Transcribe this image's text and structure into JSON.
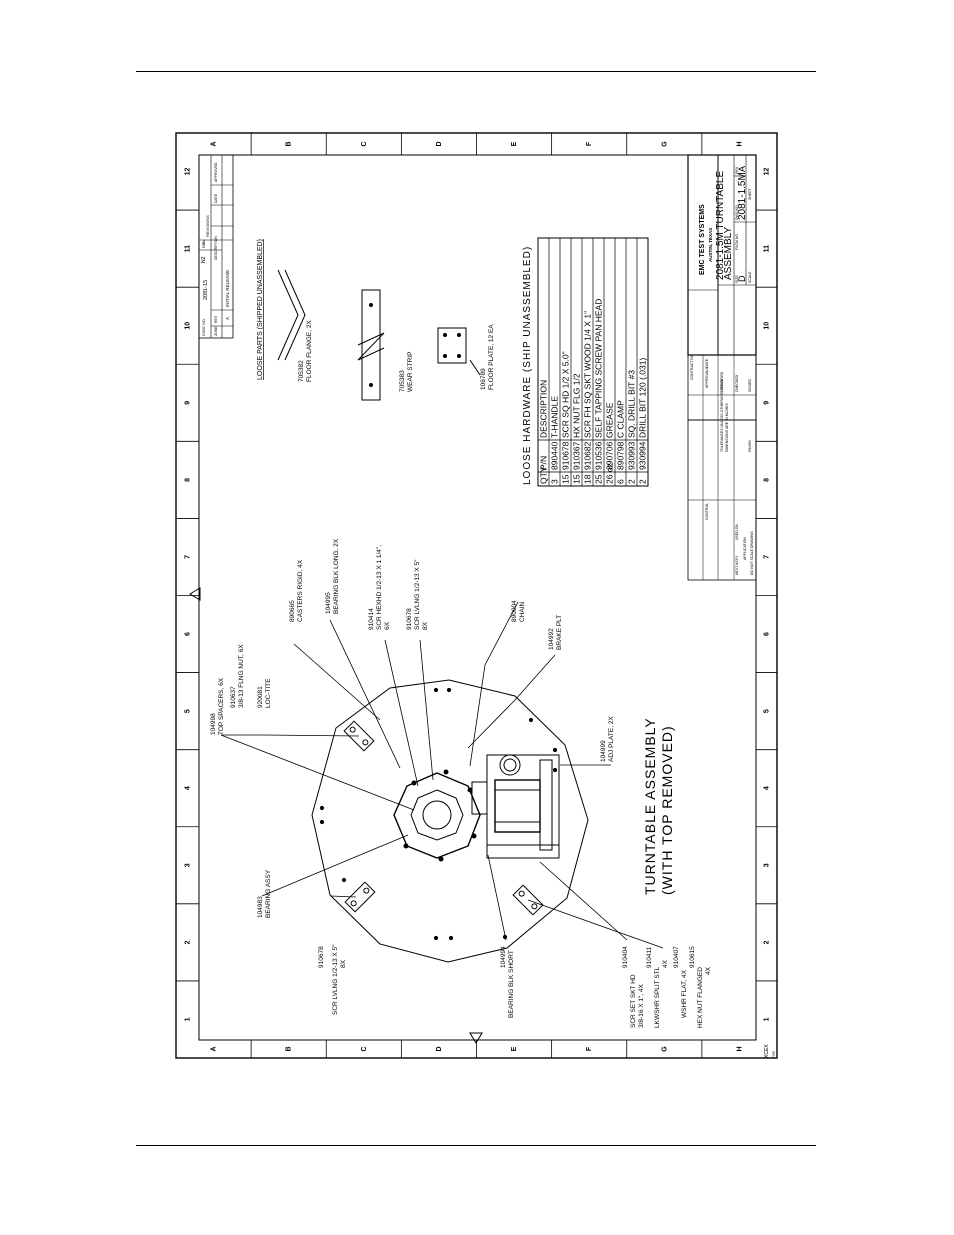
{
  "sheet": {
    "col_numbers": [
      "1",
      "2",
      "3",
      "4",
      "5",
      "6",
      "7",
      "8",
      "9",
      "10",
      "11",
      "12"
    ],
    "row_letters": [
      "A",
      "B",
      "C",
      "D",
      "E",
      "F",
      "G",
      "H"
    ],
    "corner_code": "XCEX",
    "corner_rev": "7/99"
  },
  "views": {
    "main_title_1": "TURNTABLE ASSEMBLY",
    "main_title_2": "(WITH TOP REMOVED)"
  },
  "callouts": {
    "top_spacers": [
      "104998",
      "TOP SPACERS, 6X"
    ],
    "flng_nut": [
      "910637",
      "3/8-13 FLNG NUT, 6X"
    ],
    "loc_tite": [
      "920081",
      "LOC-TITE"
    ],
    "casters": [
      "890665",
      "CASTERS RIGID, 4X"
    ],
    "bearing_blk_long": [
      "104995",
      "BEARING BLK LONG, 2X"
    ],
    "scr_hexhd": [
      "910414",
      "SCR HEXHD 1/2-13 X 1 1/4\",",
      "6X"
    ],
    "scr_lvlng_top": [
      "910678",
      "SCR LVLNG 1/2-13 X 5\"",
      "8X"
    ],
    "chain": [
      "890004",
      "CHAIN"
    ],
    "brake_plt": [
      "104992",
      "BRAKE PLT"
    ],
    "adj_plate": [
      "104999",
      "ADJ PLATE, 2X"
    ],
    "bearing_assy": [
      "104983",
      "BEARING ASSY"
    ],
    "scr_lvlng_left": [
      "910678",
      "SCR LVLNG 1/2-13 X 5\"",
      "8X"
    ],
    "bearing_blk_short": [
      "104994",
      "BEARING BLK SHORT"
    ],
    "scr_set": [
      "910404",
      "SCR SET SKT HD",
      "3/8-16 X 1\", 4X"
    ],
    "lkwshr": [
      "910411",
      "LKWSHR SPLIT STL",
      "4X"
    ],
    "wshr_flat": [
      "910407",
      "WSHR FLAT, 4X"
    ],
    "hex_nut": [
      "910615",
      "HEX NUT FLANGED",
      "4X"
    ]
  },
  "loose_parts": {
    "title": "LOOSE PARTS (SHIPPED UNASSEMBLED)",
    "floor_flange": [
      "705382",
      "FLOOR FLANGE, 2X"
    ],
    "wear_strip": [
      "705383",
      "WEAR STRIP"
    ],
    "floor_plate": [
      "106789",
      "FLOOR PLATE, 12 EA"
    ]
  },
  "hardware_table": {
    "title": "LOOSE HARDWARE (SHIP UNASSEMBLED)",
    "headers": [
      "QTY",
      "P/N",
      "DESCRIPTION"
    ],
    "rows": [
      [
        "3",
        "890440",
        "T-HANDLE"
      ],
      [
        "15",
        "910678",
        "SCR SQ HD 1/2 X 5.0\""
      ],
      [
        "15",
        "910367",
        "HX NUT FLG 1/2"
      ],
      [
        "18",
        "910682",
        "SCR FH SQ SKT WOOD 1/4 X 1\""
      ],
      [
        "25",
        "910536",
        "SELF TAPPING SCREW PAN HEAD"
      ],
      [
        "26 oz",
        "890706",
        "GREASE"
      ],
      [
        "6",
        "890798",
        "C CLAMP"
      ],
      [
        "2",
        "930993",
        "SQ. DRILL BIT #3"
      ],
      [
        "2",
        "930994",
        "DRILL BIT 120 (.031)"
      ]
    ]
  },
  "rev_block": {
    "dwg_no_label": "DWG NO.",
    "dwg_no": "2081-15",
    "sheet_mark": "N2",
    "rev_col": "REV",
    "rev_val": "A",
    "revisions_label": "REVISIONS",
    "zone_label": "ZONE",
    "rev_label": "REV",
    "description_label": "DESCRIPTION",
    "date_label": "DATE",
    "approved_label": "APPROVED",
    "rev_entry": "A",
    "rev_desc": "INITIAL RELEASE"
  },
  "title_block": {
    "company": "EMC TEST SYSTEMS",
    "city": "AUSTIN, TEXAS",
    "title_1": "2081-1.5M TURNTABLE",
    "title_2": "ASSEMBLY",
    "dwg_no": "2081-1.5M",
    "size": "D",
    "rev": "A",
    "size_label": "SIZE",
    "fscm_label": "FSCM NO.",
    "dwg_no_label": "DWG NO.",
    "rev_label": "REV",
    "scale_label": "SCALE",
    "sheet_label": "SHEET",
    "contract_label": "CONTRACT NO.",
    "approvals_label": "APPROVALS",
    "date_label": "DATE",
    "drawn_label": "DRAWN",
    "checked_label": "CHECKED",
    "issued_label": "ISSUED",
    "tolerances": "TOLERANCES UNLESS OTHERWISE SPECIFIED",
    "dims_note": "DIMENSIONS ARE IN INCHES",
    "control_label": "CONTROL",
    "next_assy": "NEXT ASSY",
    "used_on": "USED ON",
    "application": "APPLICATION",
    "do_not_scale": "DO NOT SCALE DRAWING",
    "finish_label": "FINISH"
  }
}
